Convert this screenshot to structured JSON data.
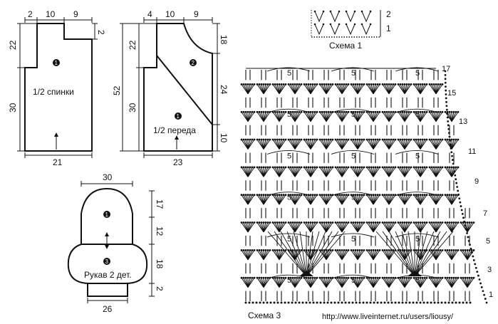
{
  "back": {
    "label": "1/2 спинки",
    "marker": "1",
    "dims": {
      "top_a": "2",
      "top_b": "10",
      "top_c": "9",
      "right_step": "2",
      "left_top": "22",
      "left_bottom": "30",
      "bottom": "21"
    }
  },
  "front": {
    "label": "1/2 переда",
    "marker_a": "1",
    "marker_b": "2",
    "dims": {
      "top_a": "4",
      "top_b": "10",
      "top_c": "9",
      "left_total": "52",
      "left_top": "22",
      "left_bottom": "30",
      "right_top": "18",
      "right_mid": "24",
      "right_bottom": "10",
      "bottom": "23"
    }
  },
  "sleeve": {
    "label": "Рукав 2 дет.",
    "marker_a": "1",
    "marker_b": "3",
    "dims": {
      "top": "30",
      "r1": "17",
      "r2": "12",
      "r3": "18",
      "r4": "2",
      "bottom": "26"
    }
  },
  "scheme1": {
    "title": "Схема 1",
    "rows": [
      "2",
      "1"
    ]
  },
  "scheme3": {
    "title": "Схема 3",
    "row_numbers": [
      "17",
      "15",
      "13",
      "11",
      "9",
      "7",
      "5",
      "3",
      "1"
    ],
    "count_label": "5"
  },
  "watermark": "http://www.liveinternet.ru/users/liousy/"
}
